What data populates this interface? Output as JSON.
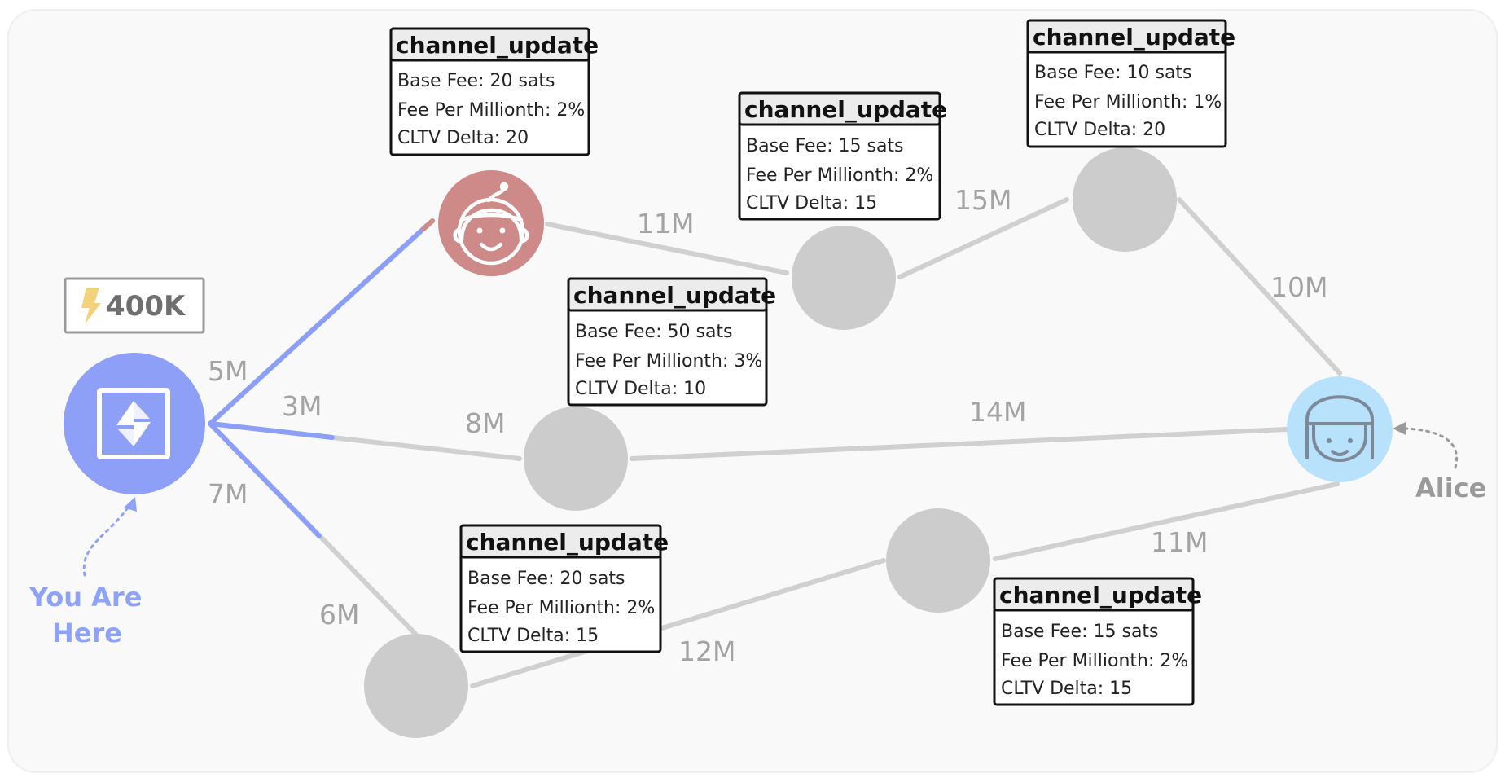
{
  "colors": {
    "background_panel": "#f9f9f9",
    "edge_gray": "#d0d0d0",
    "edge_blue": "#8c9ff8",
    "node_gray": "#cccccc",
    "node_you": "#8e9ff8",
    "node_red": "#cd8a88",
    "node_alice": "#b8e1fc",
    "label_gray": "#a3a3a3",
    "you_are_here": "#8ea2f8"
  },
  "balance": {
    "icon": "lightning-icon",
    "value": "400K"
  },
  "you_label": {
    "line1": "You Are",
    "line2": "Here"
  },
  "alice_label": "Alice",
  "edges": [
    {
      "id": "you-red",
      "capacity": "5M"
    },
    {
      "id": "you-mid",
      "capacity": "3M"
    },
    {
      "id": "you-bottom",
      "capacity": "7M"
    },
    {
      "id": "red-top-center",
      "capacity": "11M"
    },
    {
      "id": "top-center-top-right",
      "capacity": "15M"
    },
    {
      "id": "top-right-alice",
      "capacity": "10M"
    },
    {
      "id": "mid-alice",
      "capacity": "14M"
    },
    {
      "id": "mid-left-label",
      "capacity": "8M"
    },
    {
      "id": "bottom-left-label",
      "capacity": "6M"
    },
    {
      "id": "bottom-left-bottom-center",
      "capacity": "12M"
    },
    {
      "id": "bottom-center-alice",
      "capacity": "11M"
    }
  ],
  "channel_updates": [
    {
      "title": "channel_update",
      "base_fee": "Base Fee: 20 sats",
      "fee_per_millionth": "Fee Per Millionth: 2%",
      "cltv_delta": "CLTV Delta: 20"
    },
    {
      "title": "channel_update",
      "base_fee": "Base Fee: 15 sats",
      "fee_per_millionth": "Fee Per Millionth: 2%",
      "cltv_delta": "CLTV Delta: 15"
    },
    {
      "title": "channel_update",
      "base_fee": "Base Fee: 10 sats",
      "fee_per_millionth": "Fee Per Millionth: 1%",
      "cltv_delta": "CLTV Delta: 20"
    },
    {
      "title": "channel_update",
      "base_fee": "Base Fee: 50 sats",
      "fee_per_millionth": "Fee Per Millionth: 3%",
      "cltv_delta": "CLTV Delta: 10"
    },
    {
      "title": "channel_update",
      "base_fee": "Base Fee: 20 sats",
      "fee_per_millionth": "Fee Per Millionth: 2%",
      "cltv_delta": "CLTV Delta: 15"
    },
    {
      "title": "channel_update",
      "base_fee": "Base Fee: 15 sats",
      "fee_per_millionth": "Fee Per Millionth: 2%",
      "cltv_delta": "CLTV Delta: 15"
    }
  ]
}
